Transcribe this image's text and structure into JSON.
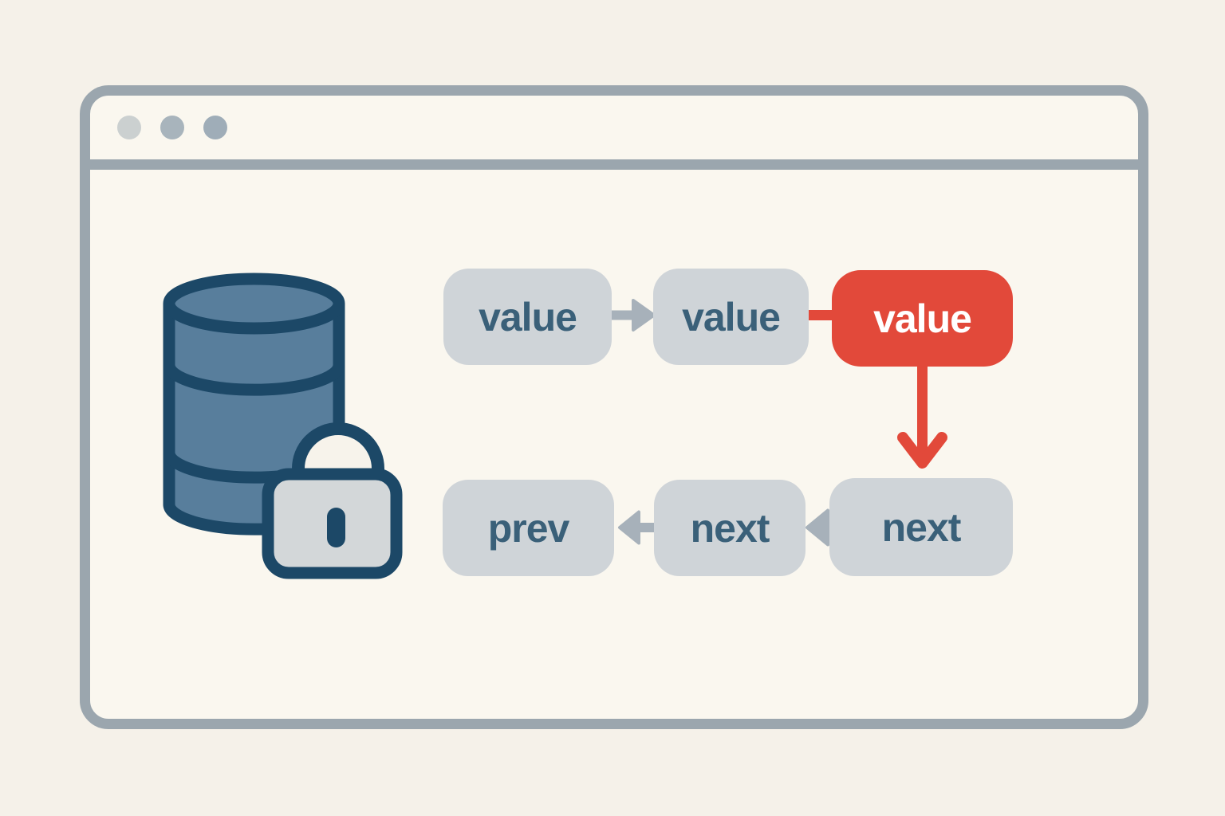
{
  "page": {
    "background_color": "#f5f1e9"
  },
  "window": {
    "frame_color": "#9ba6ae",
    "background_color": "#faf7ef",
    "dots": [
      {
        "icon": "window-dot",
        "color": "#cbd0d0"
      },
      {
        "icon": "window-dot",
        "color": "#a8b4bc"
      },
      {
        "icon": "window-dot",
        "color": "#9fadb8"
      }
    ]
  },
  "illustration": {
    "database_icon": {
      "icon": "database-icon",
      "fill_color": "#587e9c",
      "outline_color": "#1c4867"
    },
    "lock_icon": {
      "icon": "lock-icon",
      "body_color": "#d3d7d9",
      "shackle_inner_color": "#f7f3eb",
      "outline_color": "#1c4867",
      "keyhole_color": "#1c4867"
    }
  },
  "diagram": {
    "top_row": [
      {
        "label": "value",
        "variant": "gray"
      },
      {
        "label": "value",
        "variant": "gray"
      },
      {
        "label": "value",
        "variant": "highlighted"
      }
    ],
    "bottom_row": [
      {
        "label": "prev",
        "variant": "gray"
      },
      {
        "label": "next",
        "variant": "gray"
      },
      {
        "label": "next",
        "variant": "gray"
      }
    ],
    "arrows": [
      {
        "icon": "arrow-right-icon",
        "color": "#a7b1ba"
      },
      {
        "icon": "connector-line",
        "color": "#e2493a"
      },
      {
        "icon": "arrow-down-icon",
        "color": "#e2493a"
      },
      {
        "icon": "arrow-left-icon",
        "color": "#a7b1ba"
      },
      {
        "icon": "arrow-left-icon",
        "color": "#a7b1ba"
      }
    ],
    "colors": {
      "node_gray": "#cfd4d8",
      "node_red": "#e2493a",
      "label_color": "#3a6079",
      "label_color_highlighted": "#ffffff",
      "arrow_gray": "#a7b1ba"
    }
  }
}
